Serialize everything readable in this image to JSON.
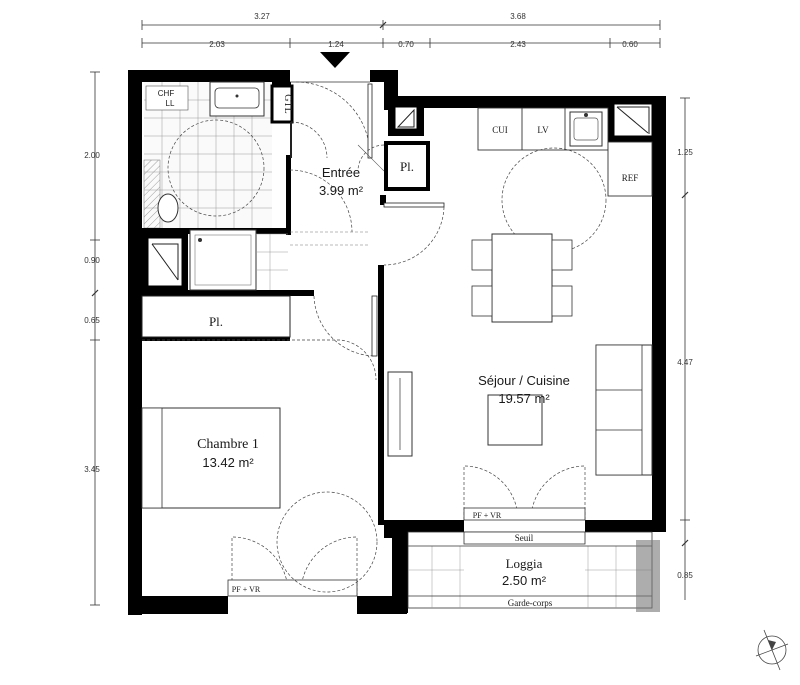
{
  "dimensions": {
    "top_outer": [
      "3.27",
      "3.68"
    ],
    "top_inner": [
      "2.03",
      "1.24",
      "0.70",
      "2.43",
      "0.60"
    ],
    "left": [
      "2.00",
      "0.90",
      "0.65",
      "3.45"
    ],
    "right": [
      "1.25",
      "4.47",
      "0.85"
    ]
  },
  "rooms": {
    "entree": {
      "name": "Entrée",
      "area": "3.99 m²"
    },
    "chambre": {
      "name": "Chambre 1",
      "area": "13.42 m²"
    },
    "sejour": {
      "name": "Séjour / Cuisine",
      "area": "19.57 m²"
    },
    "loggia": {
      "name": "Loggia",
      "area": "2.50 m²"
    }
  },
  "labels": {
    "chf": "CHF",
    "ll": "LL",
    "gtl": "GTL",
    "pl_entree": "Pl.",
    "pl_chambre": "Pl.",
    "cui": "CUI",
    "lv": "LV",
    "ref": "REF",
    "pf_vr_sejour": "PF + VR",
    "pf_vr_chambre": "PF + VR",
    "seuil": "Seuil",
    "garde_corps": "Garde-corps"
  },
  "colors": {
    "wall": "#000000",
    "line": "#333333",
    "tile": "#999999"
  },
  "icons": [
    "entrance-arrow-icon",
    "compass-icon"
  ]
}
